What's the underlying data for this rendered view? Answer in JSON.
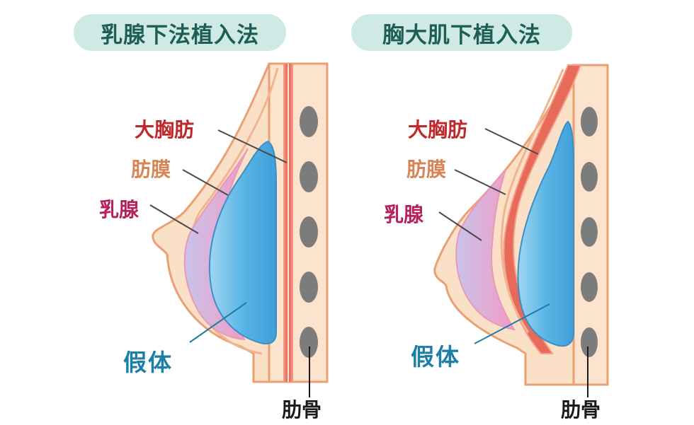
{
  "panels": [
    {
      "title": "乳腺下法植入法",
      "labels": {
        "muscle": "大胸肪",
        "fascia": "肪膜",
        "gland": "乳腺",
        "implant": "假体",
        "rib": "肋骨"
      }
    },
    {
      "title": "胸大肌下植入法",
      "labels": {
        "muscle": "大胸肪",
        "fascia": "肪膜",
        "gland": "乳腺",
        "implant": "假体",
        "rib": "肋骨"
      }
    }
  ],
  "colors": {
    "skin": "#fbe0c8",
    "skin_outline": "#e9a173",
    "muscle": "#e86a5b",
    "gland": "#f2a3c6",
    "implant": "#5ab5e6",
    "rib": "#7c7c7c",
    "title_bg": "#cfeae4",
    "title_text": "#1f5e57"
  }
}
